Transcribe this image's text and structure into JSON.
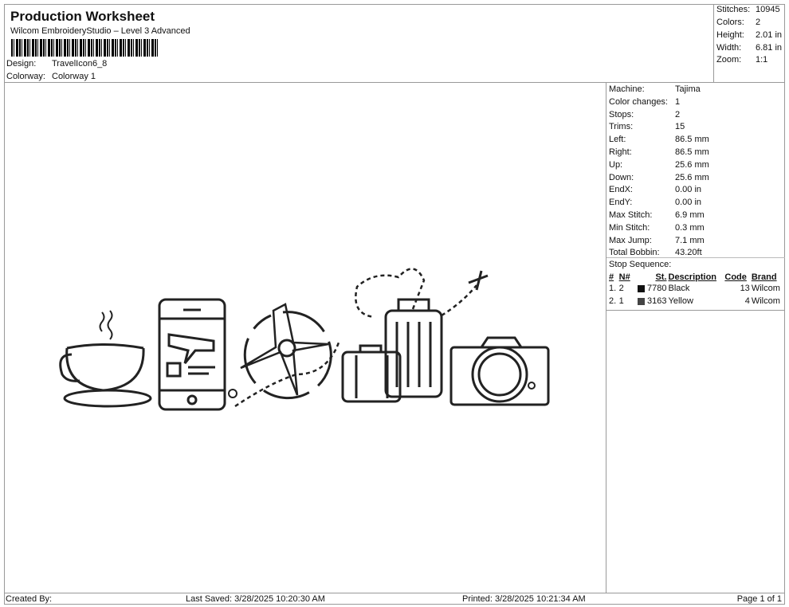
{
  "header": {
    "title": "Production Worksheet",
    "subtitle": "Wilcom EmbroideryStudio – Level 3 Advanced",
    "design_label": "Design:",
    "design_value": "TravelIcon6_8",
    "colorway_label": "Colorway:",
    "colorway_value": "Colorway 1"
  },
  "stats": [
    {
      "k": "Stitches:",
      "v": "10945"
    },
    {
      "k": "Colors:",
      "v": "2"
    },
    {
      "k": "Height:",
      "v": "2.01 in"
    },
    {
      "k": "Width:",
      "v": "6.81 in"
    },
    {
      "k": "Zoom:",
      "v": "1:1"
    }
  ],
  "machine": [
    {
      "k": "Machine:",
      "v": "Tajima"
    },
    {
      "k": "Color changes:",
      "v": "1"
    },
    {
      "k": "Stops:",
      "v": "2"
    },
    {
      "k": "Trims:",
      "v": "15"
    },
    {
      "k": "Left:",
      "v": "86.5 mm"
    },
    {
      "k": "Right:",
      "v": "86.5 mm"
    },
    {
      "k": "Up:",
      "v": "25.6 mm"
    },
    {
      "k": "Down:",
      "v": "25.6 mm"
    },
    {
      "k": "EndX:",
      "v": "0.00 in"
    },
    {
      "k": "EndY:",
      "v": "0.00 in"
    },
    {
      "k": "Max Stitch:",
      "v": "6.9 mm"
    },
    {
      "k": "Min Stitch:",
      "v": "0.3 mm"
    },
    {
      "k": "Max Jump:",
      "v": "7.1 mm"
    },
    {
      "k": "Total Bobbin:",
      "v": "43.20ft"
    }
  ],
  "stop_sequence": {
    "label": "Stop Sequence:",
    "headers": [
      "#",
      "N#",
      "St.",
      "Description",
      "Code",
      "Brand"
    ],
    "rows": [
      {
        "num": "1.",
        "n": "2",
        "color": "#111111",
        "st": "7780",
        "desc": "Black",
        "code": "13",
        "brand": "Wilcom"
      },
      {
        "num": "2.",
        "n": "1",
        "color": "#444444",
        "st": "3163",
        "desc": "Yellow",
        "code": "4",
        "brand": "Wilcom"
      }
    ]
  },
  "footer": {
    "created": "Created By:",
    "saved": "Last Saved: 3/28/2025 10:20:30 AM",
    "printed": "Printed: 3/28/2025 10:21:34 AM",
    "page": "Page 1 of 1"
  }
}
